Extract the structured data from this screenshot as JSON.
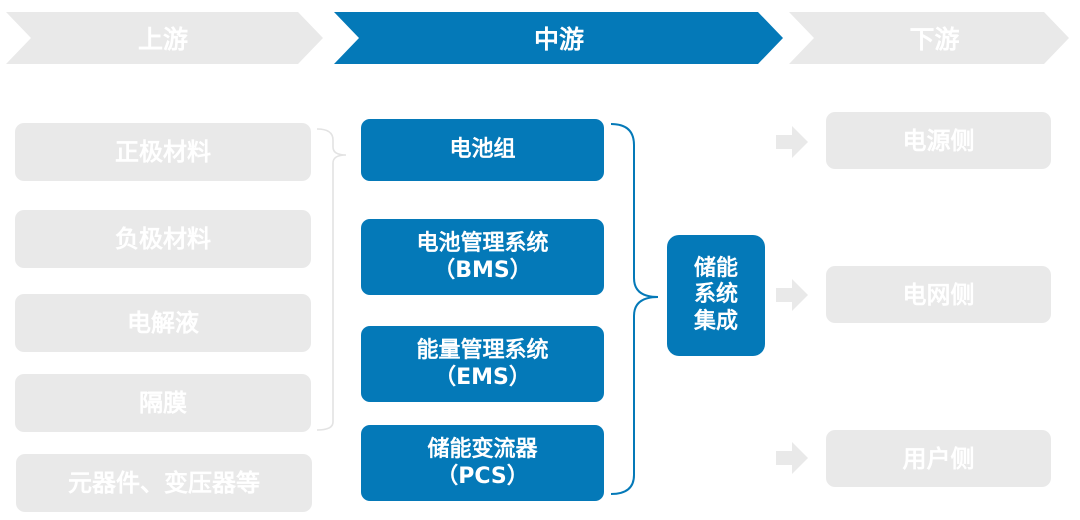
{
  "colors": {
    "accent": "#0479b8",
    "inactive": "#e9e9e9",
    "text_on_fill": "#ffffff"
  },
  "stages": [
    {
      "label": "上游",
      "active": false
    },
    {
      "label": "中游",
      "active": true
    },
    {
      "label": "下游",
      "active": false
    }
  ],
  "upstream": {
    "items": [
      "正极材料",
      "负极材料",
      "电解液",
      "隔膜",
      "元器件、变压器等"
    ]
  },
  "midstream": {
    "components": [
      {
        "line1": "电池组",
        "line2": ""
      },
      {
        "line1": "电池管理系统",
        "line2": "（BMS）"
      },
      {
        "line1": "能量管理系统",
        "line2": "（EMS）"
      },
      {
        "line1": "储能变流器",
        "line2": "（PCS）"
      }
    ],
    "integration": {
      "lines": [
        "储能",
        "系统",
        "集成"
      ]
    }
  },
  "downstream": {
    "items": [
      "电源侧",
      "电网侧",
      "用户侧"
    ],
    "arrow_icon": "right-arrow-icon"
  }
}
